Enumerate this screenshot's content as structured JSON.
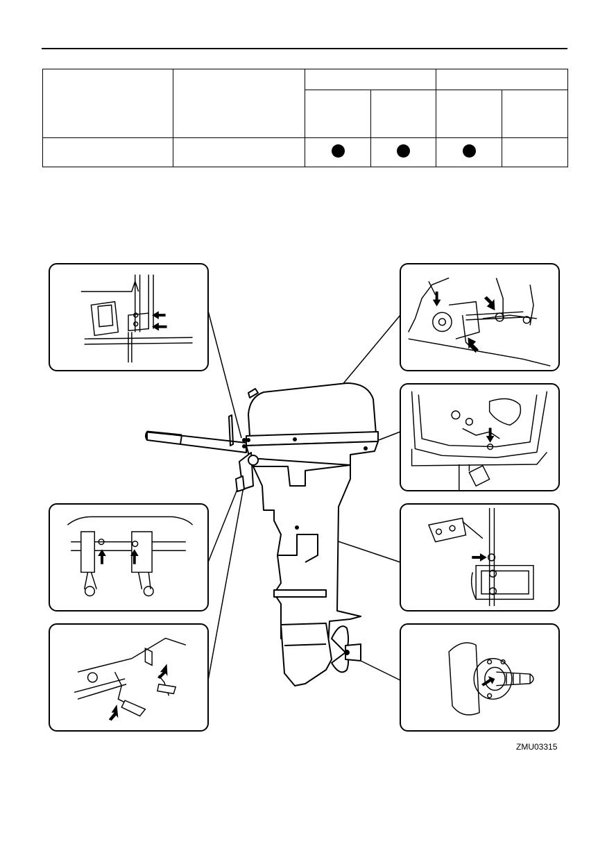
{
  "figure_code": "ZMU03315",
  "table": {
    "marks": [
      true,
      true,
      true,
      false
    ]
  },
  "detail_panels": [
    {
      "id": "top-left",
      "subject": "steering-bracket-grease-points",
      "arrows": 2
    },
    {
      "id": "mid-left",
      "subject": "clamp-bracket-grease-points",
      "arrows": 2
    },
    {
      "id": "bottom-left",
      "subject": "clamp-screw-grease-points",
      "arrows": 2
    },
    {
      "id": "top-right",
      "subject": "carburetor-linkage-grease-points",
      "arrows": 3
    },
    {
      "id": "mid-right",
      "subject": "cowling-lock-grease-point",
      "arrows": 1
    },
    {
      "id": "mid-right-lower",
      "subject": "shift-rod-grease-point",
      "arrows": 1
    },
    {
      "id": "bottom-right",
      "subject": "propeller-shaft-grease-point",
      "arrows": 1
    }
  ]
}
